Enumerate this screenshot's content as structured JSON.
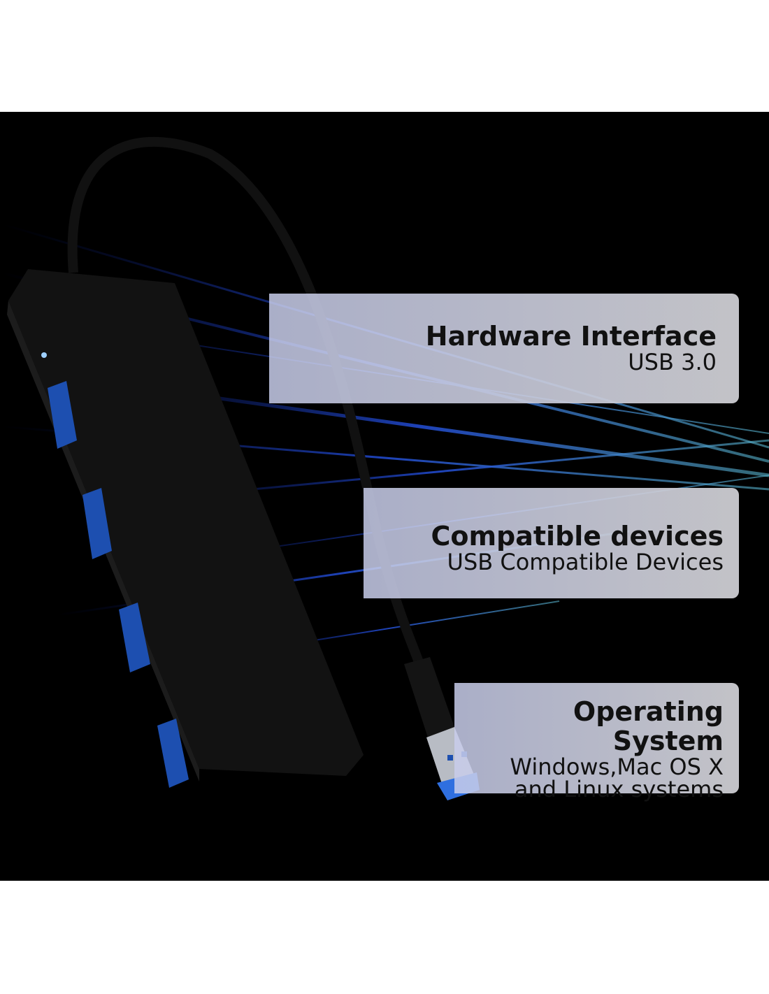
{
  "features": [
    {
      "title": "Hardware Interface",
      "lines": [
        "USB 3.0"
      ]
    },
    {
      "title": "Compatible devices",
      "lines": [
        "USB Compatible Devices"
      ]
    },
    {
      "title": "Operating System",
      "lines": [
        "Windows,Mac OS X",
        "and Linux systems"
      ]
    }
  ],
  "colors": {
    "background": "#000000",
    "accent": "#2f6fe0",
    "panel": "#d0d0d5"
  }
}
